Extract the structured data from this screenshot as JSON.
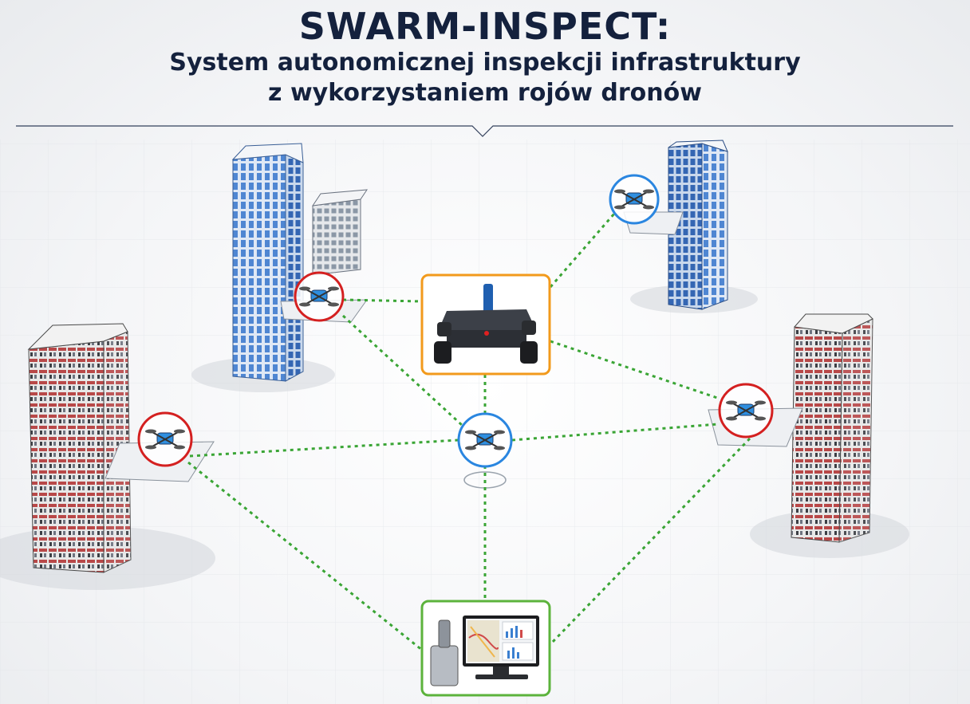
{
  "header": {
    "title": "SWARM-INSPECT:",
    "subtitle_line1": "System autonomicznej inspekcji infrastruktury",
    "subtitle_line2": "z wykorzystaniem rojów dronów"
  },
  "colors": {
    "title": "#14213d",
    "link": "#3aa535",
    "drone_ring_red": "#d42020",
    "drone_ring_blue": "#2a86e0",
    "hub_border": "#f29a1c",
    "station_border": "#5cb33c",
    "glass_building": "#5b8fd6",
    "brick_building": "#b04040"
  },
  "nodes": {
    "drones_red": [
      "drone-tower-left",
      "drone-tower-center",
      "drone-tower-right"
    ],
    "drones_blue": [
      "drone-hover-center",
      "drone-tower-top-right"
    ],
    "hub": "ground-robot",
    "station": "control-station"
  }
}
